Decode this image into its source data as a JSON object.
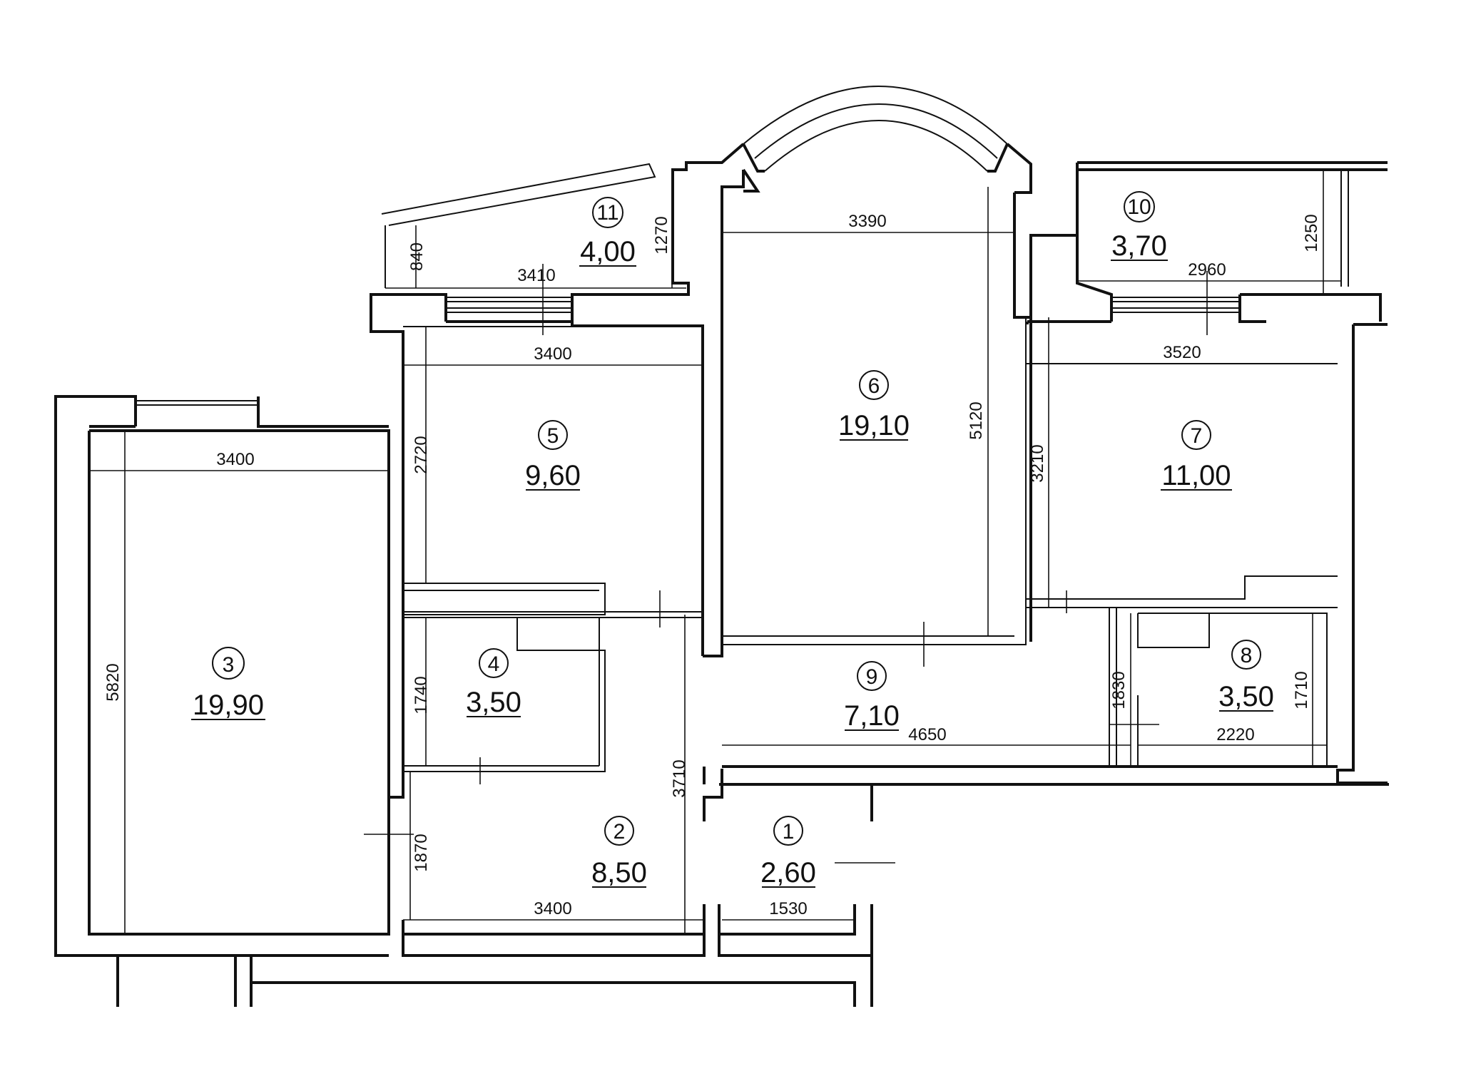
{
  "rooms": [
    {
      "number": "1",
      "area": "2,60"
    },
    {
      "number": "2",
      "area": "8,50"
    },
    {
      "number": "3",
      "area": "19,90"
    },
    {
      "number": "4",
      "area": "3,50"
    },
    {
      "number": "5",
      "area": "9,60"
    },
    {
      "number": "6",
      "area": "19,10"
    },
    {
      "number": "7",
      "area": "11,00"
    },
    {
      "number": "8",
      "area": "3,50"
    },
    {
      "number": "9",
      "area": "7,10"
    },
    {
      "number": "10",
      "area": "3,70"
    },
    {
      "number": "11",
      "area": "4,00"
    }
  ],
  "dimensions": {
    "room3_width": "3400",
    "room3_depth": "5820",
    "room5_width": "3400",
    "room5_depth": "2720",
    "loggia11_width": "3410",
    "loggia11_depth_left": "840",
    "loggia11_depth_right": "1270",
    "room6_width": "3390",
    "room6_depth": "5120",
    "loggia10_width": "2960",
    "loggia10_depth": "1250",
    "room7_width": "3520",
    "room7_depth": "3210",
    "room4_depth": "1740",
    "hall2_depth_total": "3710",
    "hall2_depth": "1870",
    "hall2_width": "3400",
    "room1_width": "1530",
    "corridor9_width": "4650",
    "corridor9_depth": "1830",
    "room8_width": "2220",
    "room8_depth": "1710"
  }
}
